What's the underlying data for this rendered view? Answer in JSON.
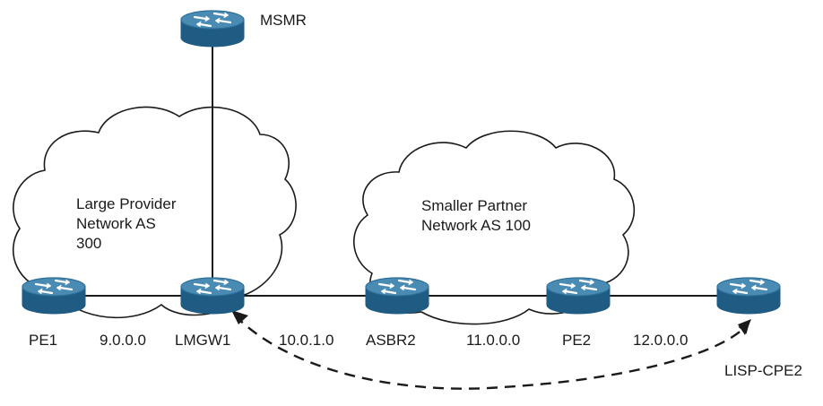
{
  "clouds": {
    "large": [
      "Large Provider",
      "Network AS",
      "300"
    ],
    "small": [
      "Smaller Partner",
      "Network AS 100"
    ]
  },
  "routers": {
    "msmr": "MSMR",
    "pe1": "PE1",
    "lmgw1": "LMGW1",
    "asbr2": "ASBR2",
    "pe2": "PE2",
    "lisp_cpe2": "LISP-CPE2"
  },
  "links": {
    "pe1_lmgw1": "9.0.0.0",
    "lmgw1_asbr2": "10.0.1.0",
    "asbr2_pe2": "11.0.0.0",
    "pe2_cpe2": "12.0.0.0"
  },
  "colors": {
    "router_top": "#4a8bb4",
    "router_side": "#1f5b82",
    "router_rim": "#2d6f99",
    "line": "#1a1a1a",
    "text": "#1a1a1a"
  }
}
